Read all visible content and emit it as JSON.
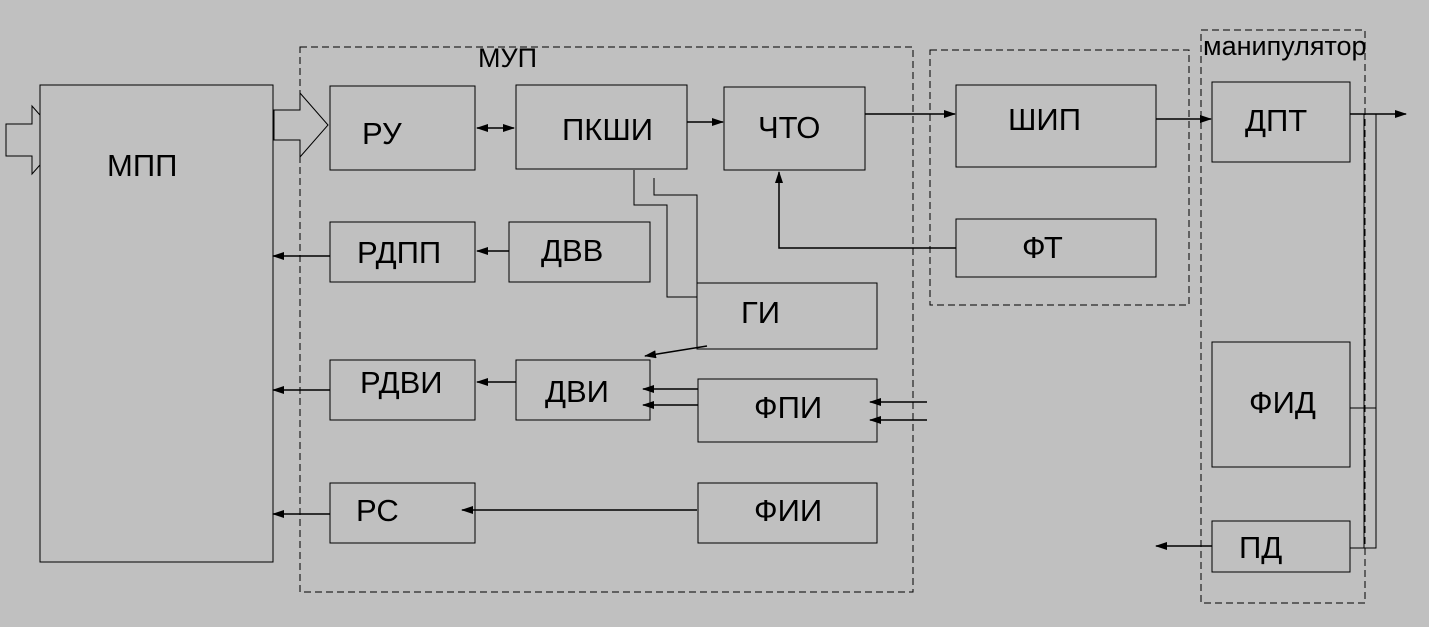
{
  "groups": {
    "mup": "МУП",
    "manipulator": "манипулятор"
  },
  "blocks": {
    "mpp": "МПП",
    "ru": "РУ",
    "pkshi": "ПКШИ",
    "chto": "ЧТО",
    "rdpp": "РДПП",
    "dvv": "ДВВ",
    "gi": "ГИ",
    "rdvi": "РДВИ",
    "dvi": "ДВИ",
    "fpi": "ФПИ",
    "rs": "РС",
    "fii": "ФИИ",
    "ship": "ШИП",
    "ft": "ФТ",
    "dpt": "ДПТ",
    "fid": "ФИД",
    "pd": "ПД"
  },
  "colors": {
    "background": "#c0c0c0",
    "stroke": "#000000"
  }
}
